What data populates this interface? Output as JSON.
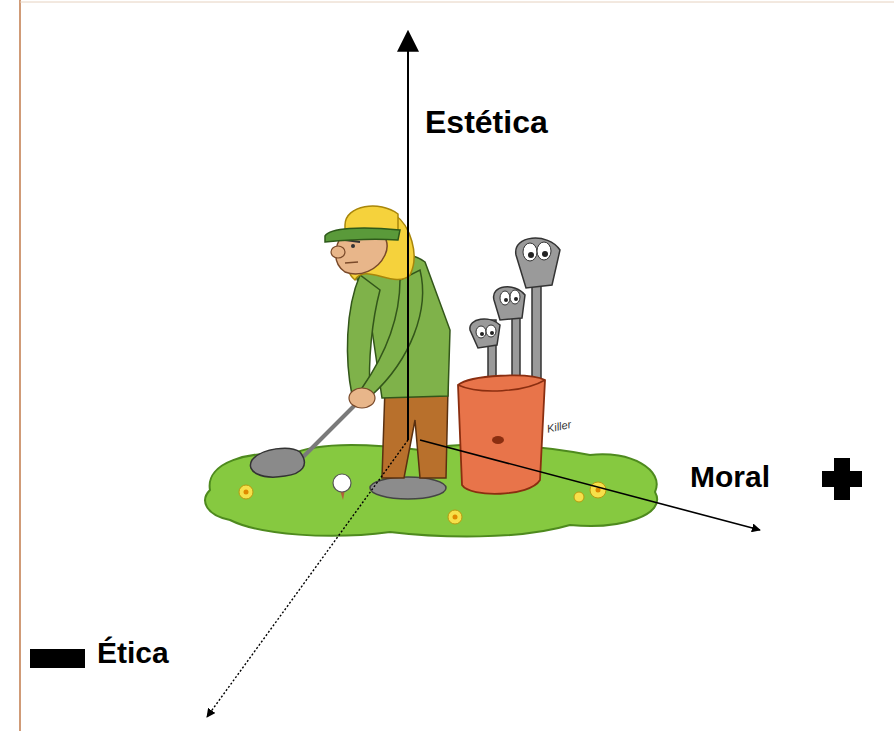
{
  "diagram": {
    "labels": [
      "Estética",
      "Moral",
      "Ética",
      "Killer"
    ]
  }
}
